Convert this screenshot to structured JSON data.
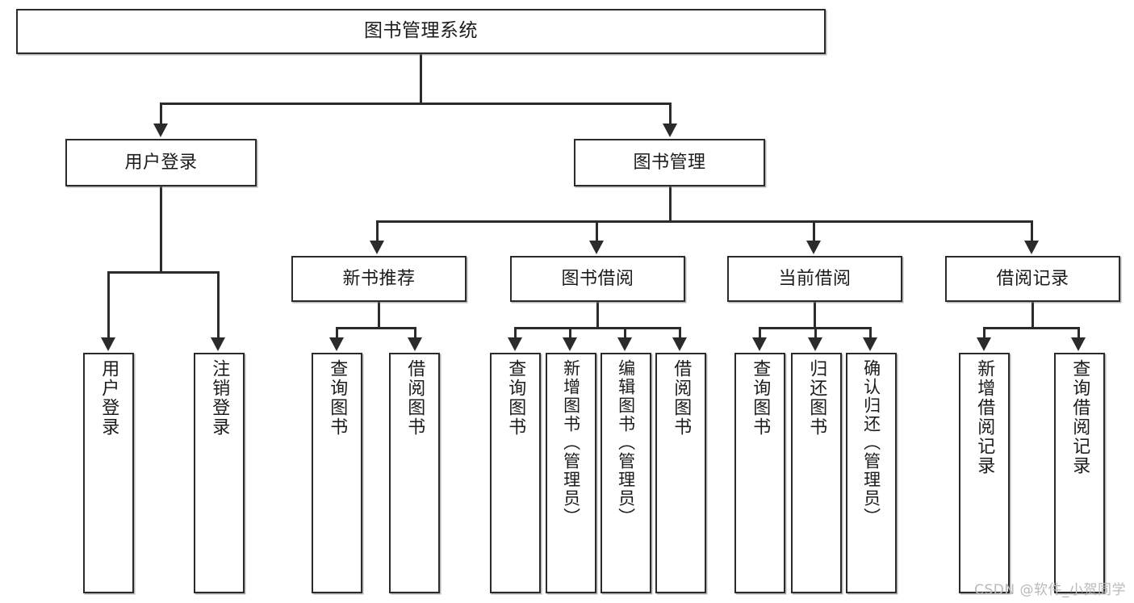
{
  "diagram": {
    "title": "图书管理系统",
    "type": "tree",
    "root": {
      "id": "root",
      "label": "图书管理系统"
    },
    "level1": [
      {
        "id": "login",
        "label": "用户登录"
      },
      {
        "id": "bookmgr",
        "label": "图书管理"
      }
    ],
    "level2": [
      {
        "id": "newbook",
        "label": "新书推荐",
        "parent": "bookmgr"
      },
      {
        "id": "borrow",
        "label": "图书借阅",
        "parent": "bookmgr"
      },
      {
        "id": "current",
        "label": "当前借阅",
        "parent": "bookmgr"
      },
      {
        "id": "record",
        "label": "借阅记录",
        "parent": "bookmgr"
      }
    ],
    "leaves": [
      {
        "id": "leaf0",
        "label": "用户登录",
        "parent": "login"
      },
      {
        "id": "leaf1",
        "label": "注销登录",
        "parent": "login"
      },
      {
        "id": "leaf2",
        "label": "查询图书",
        "parent": "newbook"
      },
      {
        "id": "leaf3",
        "label": "借阅图书",
        "parent": "newbook"
      },
      {
        "id": "leaf4",
        "label": "查询图书",
        "parent": "borrow"
      },
      {
        "id": "leaf5",
        "label": "新增图书（管理员）",
        "parent": "borrow"
      },
      {
        "id": "leaf6",
        "label": "编辑图书（管理员）",
        "parent": "borrow"
      },
      {
        "id": "leaf7",
        "label": "借阅图书",
        "parent": "borrow"
      },
      {
        "id": "leaf8",
        "label": "查询图书",
        "parent": "current"
      },
      {
        "id": "leaf9",
        "label": "归还图书",
        "parent": "current"
      },
      {
        "id": "leaf10",
        "label": "确认归还（管理员）",
        "parent": "current"
      },
      {
        "id": "leaf11",
        "label": "新增借阅记录",
        "parent": "record"
      },
      {
        "id": "leaf12",
        "label": "查询借阅记录",
        "parent": "record"
      }
    ],
    "colors": {
      "box_border": "#2b2b2b",
      "box_fill": "#ffffff",
      "connector": "#2b2b2b",
      "text": "#1b1b1b",
      "background": "#ffffff",
      "watermark": "#b9b9b9"
    }
  },
  "watermark": {
    "text": "CSDN @软件_小贺同学"
  }
}
